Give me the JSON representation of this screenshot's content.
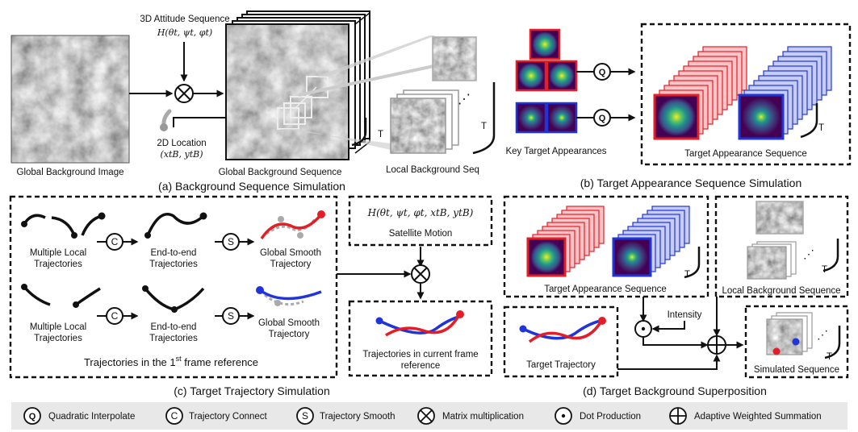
{
  "background": {
    "global_image_label": "Global Background Image",
    "attitude_label": "3D Attitude Sequence",
    "attitude_formula": "H(θt, ψt, φt)",
    "location_label": "2D Location",
    "location_formula": "(xtB, ytB)",
    "global_seq_label": "Global Background Sequence",
    "local_seq_label": "Local Background Seq",
    "t_label": "T",
    "section_title": "(a) Background Sequence Simulation"
  },
  "appearance": {
    "key_label": "Key Target Appearances",
    "seq_label": "Target Appearance Sequence",
    "q_symbol": "Q",
    "t_label": "T",
    "section_title": "(b) Target Appearance Sequence Simulation",
    "colors": {
      "red": "#e41e26",
      "blue": "#1f35d8"
    }
  },
  "trajectory": {
    "multi_local": "Multiple  Local",
    "trajectories": "Trajectories",
    "end_to_end": "End-to-end",
    "global_smooth": "Global Smooth",
    "trajectory": "Trajectory",
    "c_symbol": "C",
    "s_symbol": "S",
    "first_frame_prefix": "Trajectories in the 1",
    "first_frame_sup": "st",
    "first_frame_suffix": " frame reference",
    "satellite_formula": "H(θt, ψt, φt, xtB, ytB)",
    "satellite_label": "Satellite Motion",
    "current_frame_line1": "Trajectories in current frame",
    "current_frame_line2": "reference",
    "section_title": "(c) Target Trajectory Simulation"
  },
  "superposition": {
    "appearance_seq": "Target Appearance Sequence",
    "local_bg_seq": "Local Background Sequence",
    "intensity": "Intensity",
    "target_trajectory": "Target Trajectory",
    "simulated_seq": "Simulated Sequence",
    "t_label": "T",
    "section_title": "(d) Target Background Superposition"
  },
  "legend": [
    {
      "symbol": "Q",
      "icon": "circle-q-icon",
      "label": "Quadratic Interpolate"
    },
    {
      "symbol": "C",
      "icon": "circle-c-icon",
      "label": "Trajectory Connect"
    },
    {
      "symbol": "S",
      "icon": "circle-s-icon",
      "label": "Trajectory Smooth"
    },
    {
      "symbol": "⊗",
      "icon": "circle-times-icon",
      "label": "Matrix multiplication"
    },
    {
      "symbol": "⊙",
      "icon": "circle-dot-icon",
      "label": "Dot Production"
    },
    {
      "symbol": "⊕",
      "icon": "circle-plus-icon",
      "label": "Adaptive Weighted Summation"
    }
  ]
}
